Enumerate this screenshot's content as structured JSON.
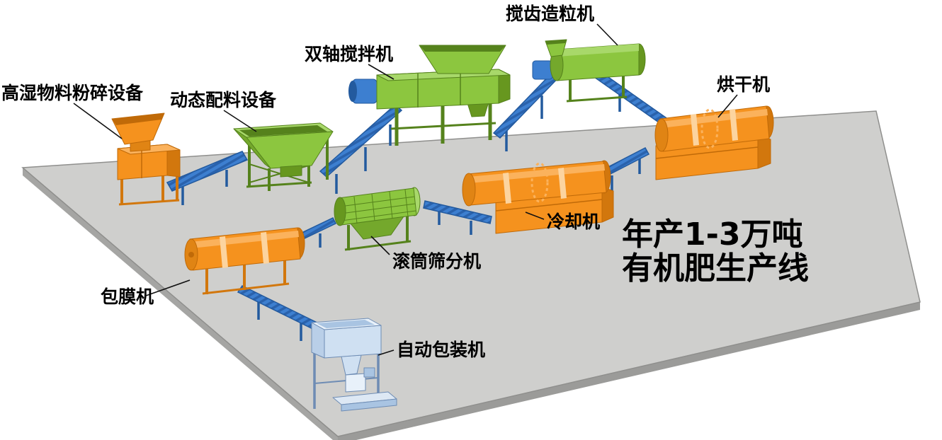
{
  "title": {
    "line1": "年产1-3万吨",
    "line2": "有机肥生产线"
  },
  "machines": {
    "crusher": {
      "label": "高湿物料粉碎设备"
    },
    "batching": {
      "label": "动态配料设备"
    },
    "mixer": {
      "label": "双轴搅拌机"
    },
    "granulator": {
      "label": "搅齿造粒机"
    },
    "dryer": {
      "label": "烘干机"
    },
    "cooler": {
      "label": "冷却机"
    },
    "screener": {
      "label": "滚筒筛分机"
    },
    "coater": {
      "label": "包膜机"
    },
    "packer": {
      "label": "自动包装机"
    }
  },
  "colors": {
    "machine_orange": "#F5921E",
    "machine_orange_dark": "#D2770D",
    "machine_green": "#8CC63F",
    "machine_green_dark": "#67971F",
    "conveyor_blue": "#3D7FD0",
    "conveyor_blue_dark": "#235A9E",
    "packer_light_blue": "#CFE0F2",
    "floor_gray": "#CFCFCD",
    "floor_edge_gray": "#A5A5A3",
    "label_black": "#000000"
  }
}
